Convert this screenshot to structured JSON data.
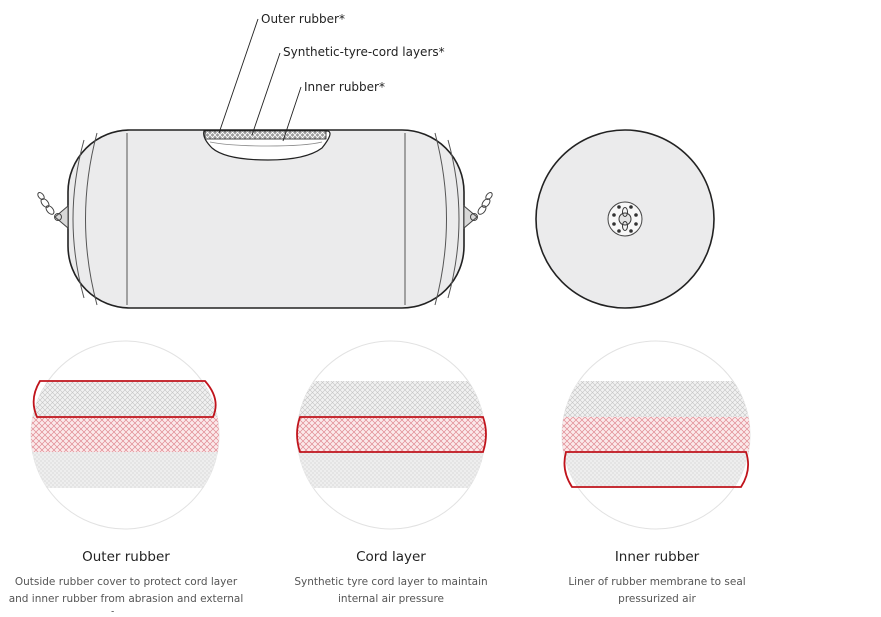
{
  "callouts": {
    "outer_rubber": "Outer rubber*",
    "cord_layers": "Synthetic-tyre-cord layers*",
    "inner_rubber": "Inner rubber*"
  },
  "details": [
    {
      "title": "Outer rubber",
      "description": "Outside rubber cover to protect cord layer and inner rubber from abrasion and external forces"
    },
    {
      "title": "Cord layer",
      "description": "Synthetic tyre cord layer to maintain internal air pressure"
    },
    {
      "title": "Inner rubber",
      "description": "Liner of rubber membrane to seal pressurized air"
    }
  ],
  "colors": {
    "fender_fill": "#ebebec",
    "outline": "#222222",
    "highlight": "#c0141c",
    "cord_pattern": "#e3a0a6",
    "rubber_pattern": "#c8c8c8"
  }
}
